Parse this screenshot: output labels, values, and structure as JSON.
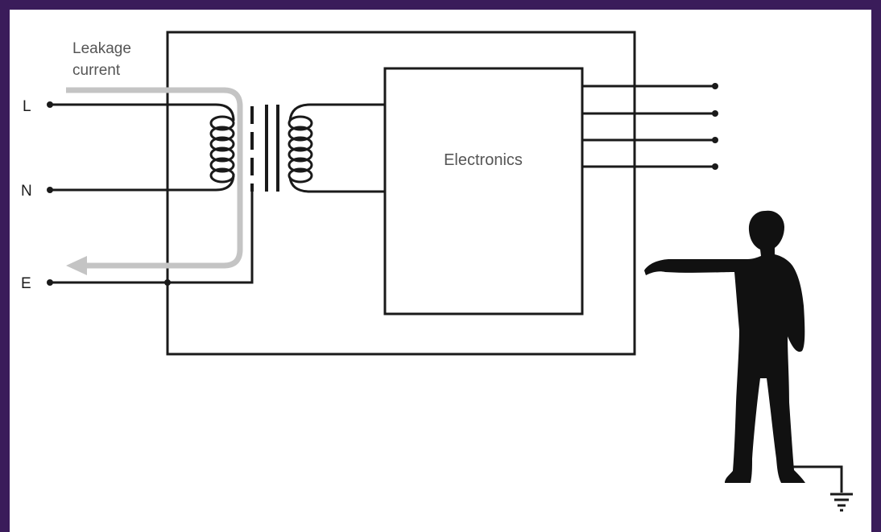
{
  "diagram": {
    "leakage_label_line1": "Leakage",
    "leakage_label_line2": "current",
    "terminal_L": "L",
    "terminal_N": "N",
    "terminal_E": "E",
    "electronics_label": "Electronics"
  },
  "colors": {
    "frame": "#3a1c5a",
    "wire": "#1a1a1a",
    "leakage_path": "#bdbdbd",
    "silhouette": "#111111",
    "label_text": "#555555"
  }
}
